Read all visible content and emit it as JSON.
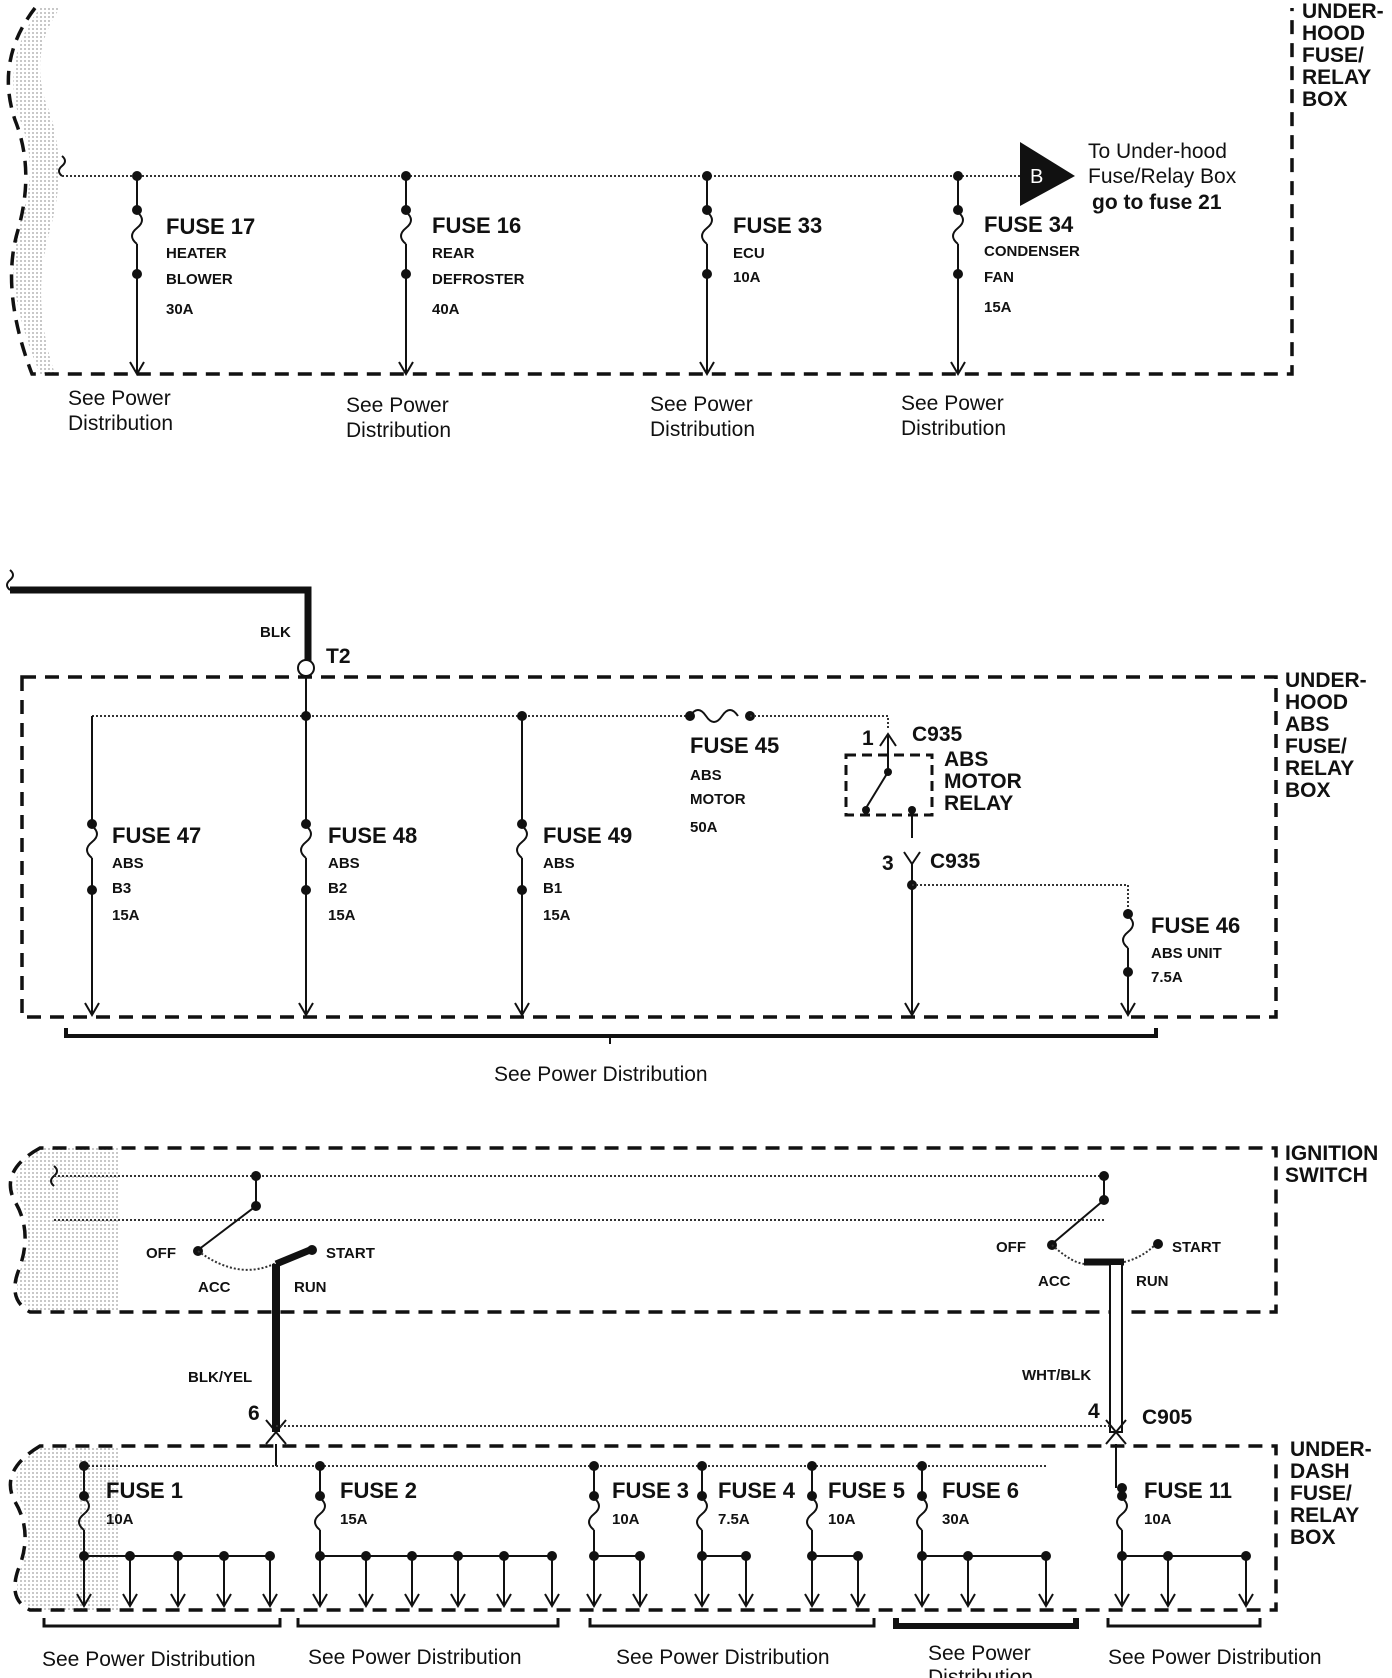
{
  "colors": {
    "line": "#111111",
    "background": "#ffffff",
    "stipple": "#cfcfcf"
  },
  "section1": {
    "box_label": [
      "UNDER-",
      "HOOD",
      "FUSE/",
      "RELAY",
      "BOX"
    ],
    "connector_letter": "B",
    "connector_text": [
      "To Under-hood",
      "Fuse/Relay Box",
      "go to fuse 21"
    ],
    "fuses": [
      {
        "name": "FUSE 17",
        "desc1": "HEATER",
        "desc2": "BLOWER",
        "rating": "30A",
        "see1": "See Power",
        "see2": "Distribution"
      },
      {
        "name": "FUSE 16",
        "desc1": "REAR",
        "desc2": "DEFROSTER",
        "rating": "40A",
        "see1": "See Power",
        "see2": "Distribution"
      },
      {
        "name": "FUSE 33",
        "desc1": "ECU",
        "desc2": "",
        "rating": "10A",
        "see1": "See Power",
        "see2": "Distribution"
      },
      {
        "name": "FUSE 34",
        "desc1": "CONDENSER",
        "desc2": "FAN",
        "rating": "15A",
        "see1": "See Power",
        "see2": "Distribution"
      }
    ]
  },
  "section2": {
    "wire_color": "BLK",
    "terminal": "T2",
    "box_label": [
      "UNDER-",
      "HOOD",
      "ABS",
      "FUSE/",
      "RELAY",
      "BOX"
    ],
    "fuse45": {
      "name": "FUSE 45",
      "desc1": "ABS",
      "desc2": "MOTOR",
      "rating": "50A"
    },
    "relay": {
      "pin_top": "1",
      "pin_bottom": "3",
      "connector": "C935",
      "label": [
        "ABS",
        "MOTOR",
        "RELAY"
      ]
    },
    "fuses": [
      {
        "name": "FUSE 47",
        "desc1": "ABS",
        "desc2": "B3",
        "rating": "15A"
      },
      {
        "name": "FUSE 48",
        "desc1": "ABS",
        "desc2": "B2",
        "rating": "15A"
      },
      {
        "name": "FUSE 49",
        "desc1": "ABS",
        "desc2": "B1",
        "rating": "15A"
      }
    ],
    "fuse46": {
      "name": "FUSE 46",
      "desc1": "ABS UNIT",
      "rating": "7.5A"
    },
    "see": "See Power Distribution"
  },
  "section3": {
    "switch_label": [
      "IGNITION",
      "SWITCH"
    ],
    "positions": {
      "off": "OFF",
      "acc": "ACC",
      "run": "RUN",
      "start": "START"
    },
    "wire_left": "BLK/YEL",
    "wire_right": "WHT/BLK",
    "pin_left": "6",
    "pin_right": "4",
    "connector": "C905",
    "box_label": [
      "UNDER-",
      "DASH",
      "FUSE/",
      "RELAY",
      "BOX"
    ],
    "fuses": [
      {
        "name": "FUSE 1",
        "rating": "10A"
      },
      {
        "name": "FUSE 2",
        "rating": "15A"
      },
      {
        "name": "FUSE 3",
        "rating": "10A"
      },
      {
        "name": "FUSE 4",
        "rating": "7.5A"
      },
      {
        "name": "FUSE 5",
        "rating": "10A"
      },
      {
        "name": "FUSE 6",
        "rating": "30A"
      },
      {
        "name": "FUSE 11",
        "rating": "10A"
      }
    ],
    "see": [
      "See Power Distribution",
      "See Power Distribution",
      "See Power Distribution",
      "See Power",
      "Distribution",
      "See Power Distribution"
    ]
  }
}
